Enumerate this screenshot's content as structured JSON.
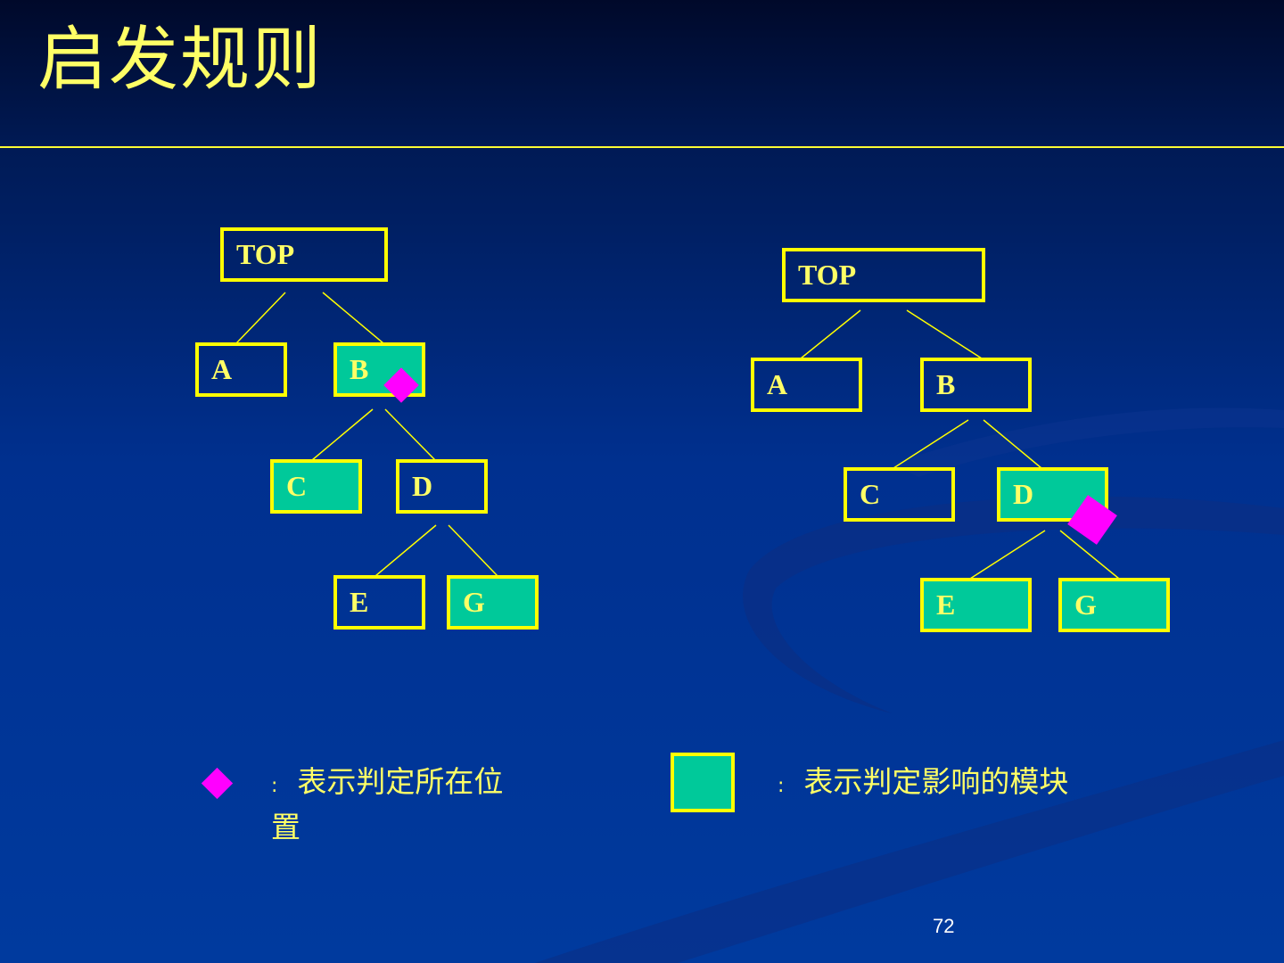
{
  "slide": {
    "title": "启发规则",
    "page_number": "72"
  },
  "colors": {
    "node_border": "#ffff00",
    "affected_fill": "#00c99a",
    "decision_marker": "#ff00ff",
    "text": "#ffff66"
  },
  "left_tree": {
    "nodes": [
      {
        "id": "TOP",
        "label": "TOP",
        "affected": false
      },
      {
        "id": "A",
        "label": "A",
        "affected": false
      },
      {
        "id": "B",
        "label": "B",
        "affected": true,
        "decision": true
      },
      {
        "id": "C",
        "label": "C",
        "affected": true
      },
      {
        "id": "D",
        "label": "D",
        "affected": false
      },
      {
        "id": "E",
        "label": "E",
        "affected": false
      },
      {
        "id": "G",
        "label": "G",
        "affected": true
      }
    ],
    "edges": [
      [
        "TOP",
        "A"
      ],
      [
        "TOP",
        "B"
      ],
      [
        "B",
        "C"
      ],
      [
        "B",
        "D"
      ],
      [
        "D",
        "E"
      ],
      [
        "D",
        "G"
      ]
    ]
  },
  "right_tree": {
    "nodes": [
      {
        "id": "TOP",
        "label": "TOP",
        "affected": false
      },
      {
        "id": "A",
        "label": "A",
        "affected": false
      },
      {
        "id": "B",
        "label": "B",
        "affected": false
      },
      {
        "id": "C",
        "label": "C",
        "affected": false
      },
      {
        "id": "D",
        "label": "D",
        "affected": true,
        "decision": true
      },
      {
        "id": "E",
        "label": "E",
        "affected": true
      },
      {
        "id": "G",
        "label": "G",
        "affected": true
      }
    ],
    "edges": [
      [
        "TOP",
        "A"
      ],
      [
        "TOP",
        "B"
      ],
      [
        "B",
        "C"
      ],
      [
        "B",
        "D"
      ],
      [
        "D",
        "E"
      ],
      [
        "D",
        "G"
      ]
    ]
  },
  "legend": {
    "colon": ":",
    "decision_line1": "表示判定所在位",
    "decision_line2": "置",
    "affected": "表示判定影响的模块"
  }
}
